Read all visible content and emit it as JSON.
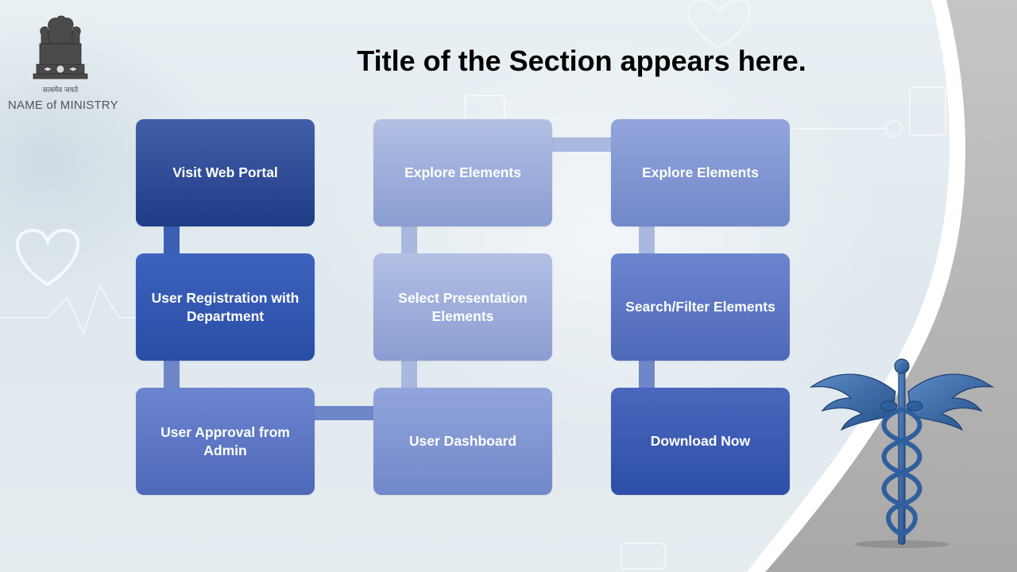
{
  "header": {
    "motto": "सत्यमेव जयते",
    "ministry": "NAME of MINISTRY",
    "title": "Title of the Section appears here."
  },
  "boxes": {
    "visit_web_portal": "Visit Web Portal",
    "user_registration": "User Registration with Department",
    "user_approval": "User Approval from Admin",
    "explore_elements_1": "Explore Elements",
    "select_presentation": "Select Presentation Elements",
    "user_dashboard": "User Dashboard",
    "explore_elements_2": "Explore Elements",
    "search_filter": "Search/Filter Elements",
    "download_now": "Download Now"
  },
  "colors": {
    "dark_blue": "#1f3c86",
    "mid_blue": "#4e69b9",
    "light_blue": "#b2c0e4",
    "caduceus_blue": "#3f6eaa"
  }
}
